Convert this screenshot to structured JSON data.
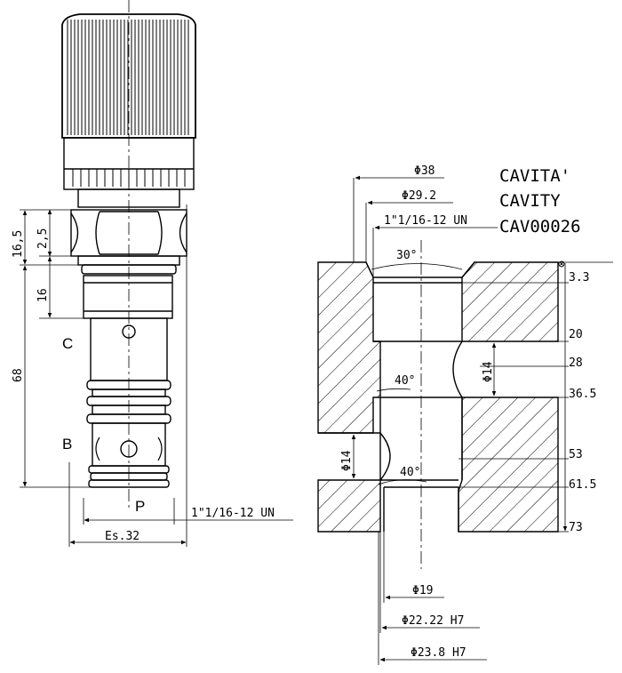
{
  "title": {
    "line1": "CAVITA'",
    "line2": "CAVITY",
    "code": "CAV00026"
  },
  "valve": {
    "port_c": "C",
    "port_b": "B",
    "port_p": "P",
    "dim_16_5": "16,5",
    "dim_2_5": "2,5",
    "dim_16": "16",
    "dim_68": "68",
    "thread": "1\"1/16-12 UN",
    "wrench": "Es.32"
  },
  "cavity": {
    "d38": "Φ38",
    "d29_2": "Φ29.2",
    "thread": "1\"1/16-12 UN",
    "angle_top": "30°",
    "angle_mid": "40°",
    "angle_low": "40°",
    "d14_right": "Φ14",
    "d14_left": "Φ14",
    "depth_0": "⊗",
    "depth_3_3": "3.3",
    "depth_20": "20",
    "depth_28": "28",
    "depth_36_5": "36.5",
    "depth_53": "53",
    "depth_61_5": "61.5",
    "depth_73": "73",
    "d19": "Φ19",
    "d22_22": "Φ22.22 H7",
    "d23_8": "Φ23.8 H7"
  }
}
